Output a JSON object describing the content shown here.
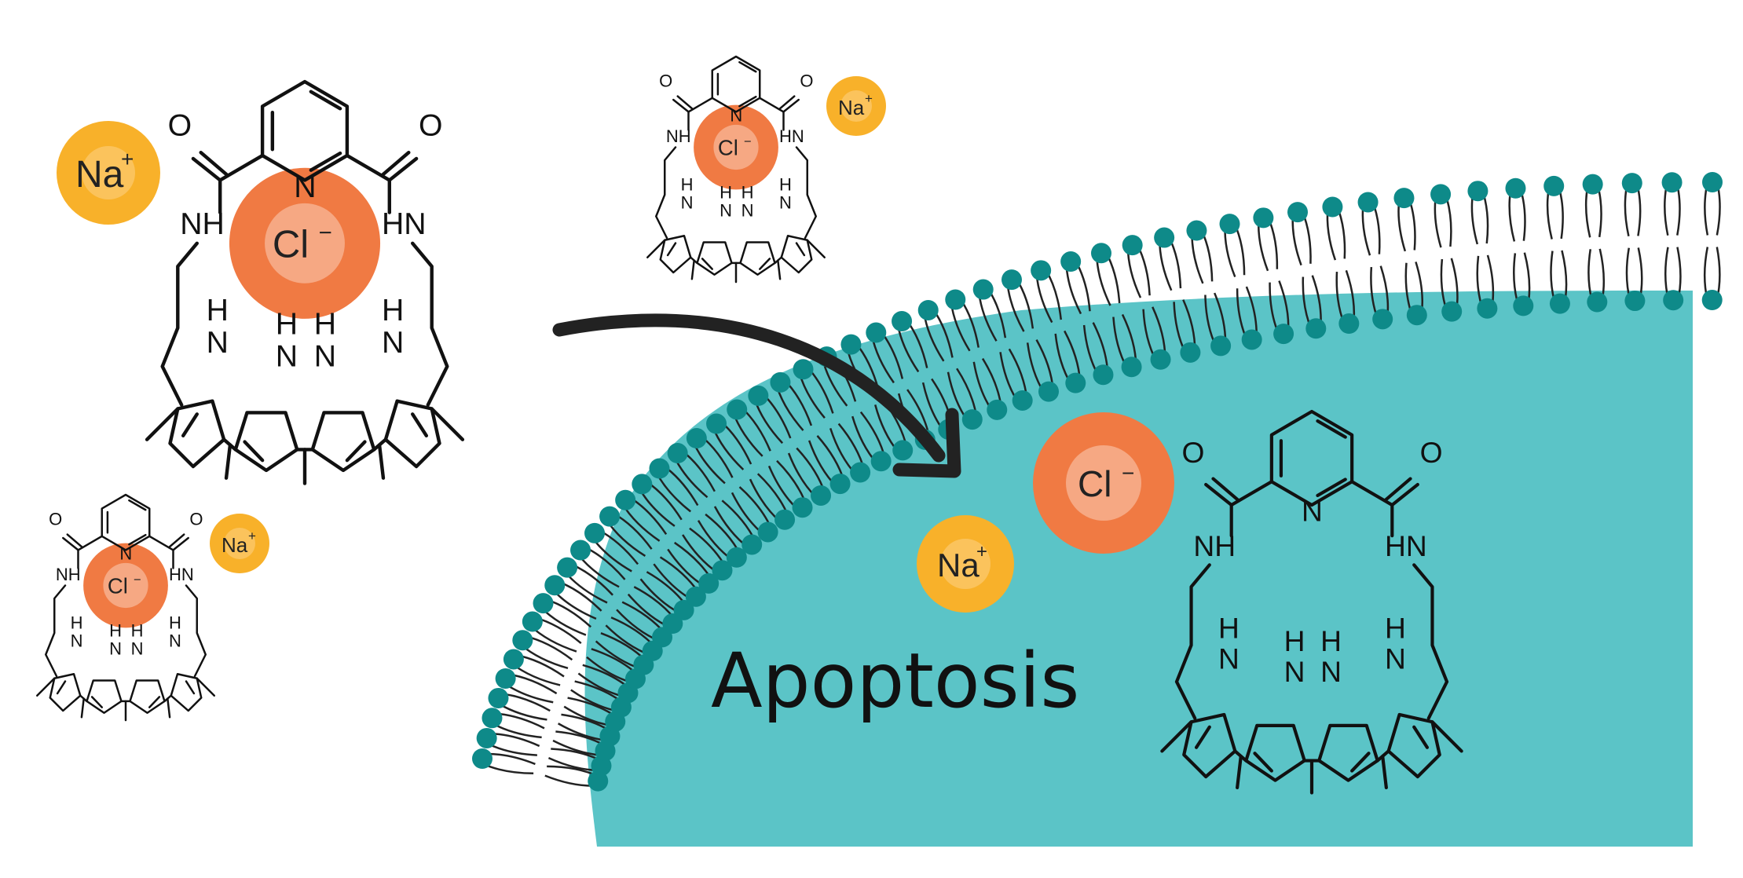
{
  "labels": {
    "apoptosis": "Apoptosis",
    "sodium_ion": "Na",
    "sodium_charge": "+",
    "chloride_ion": "Cl",
    "chloride_charge": "−"
  },
  "molecule_atoms": {
    "oxygen": "O",
    "pyridine_n": "N",
    "amide_nh_left": "NH",
    "amide_nh_right": "HN",
    "pyrrole_h": "H",
    "pyrrole_n": "N"
  },
  "colors": {
    "sodium": "#F8B12A",
    "sodium_highlight": "#FBC35C",
    "chloride": "#F07A43",
    "chloride_highlight": "#F6A883",
    "membrane_head": "#0E8A89",
    "cell_interior": "#5BC4C7",
    "arrow": "#222222"
  }
}
